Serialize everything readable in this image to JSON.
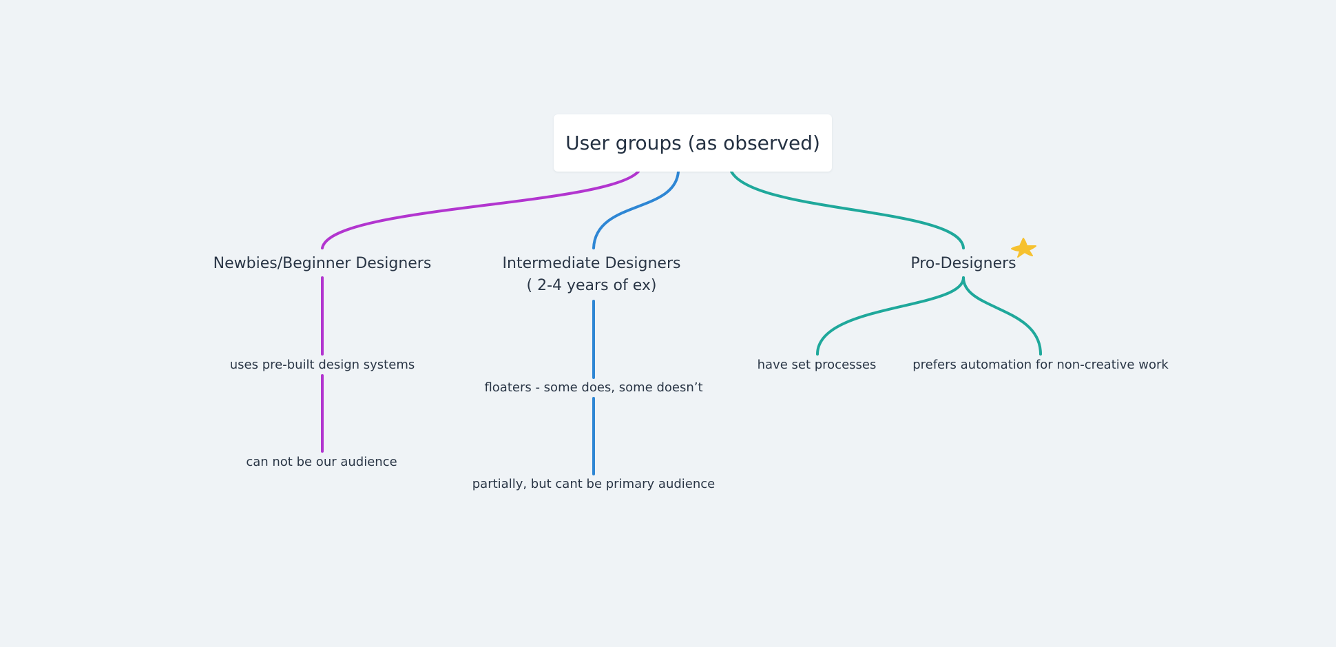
{
  "root": {
    "label": "User groups (as observed)"
  },
  "branches": [
    {
      "label": "Newbies/Beginner Designers",
      "color": "#b235cf",
      "children": [
        "uses pre-built design systems",
        "can not be our audience"
      ]
    },
    {
      "label": "Intermediate Designers",
      "sublabel": "( 2-4 years of ex)",
      "color": "#2e86d4",
      "children": [
        "floaters - some does, some doesn’t",
        "partially, but cant be primary audience"
      ]
    },
    {
      "label": "Pro-Designers",
      "color": "#1fa89b",
      "children": [
        "have set processes",
        "prefers automation for non-creative work"
      ]
    }
  ],
  "sticker": {
    "icon": "star-icon",
    "color": "#f6c12f"
  }
}
